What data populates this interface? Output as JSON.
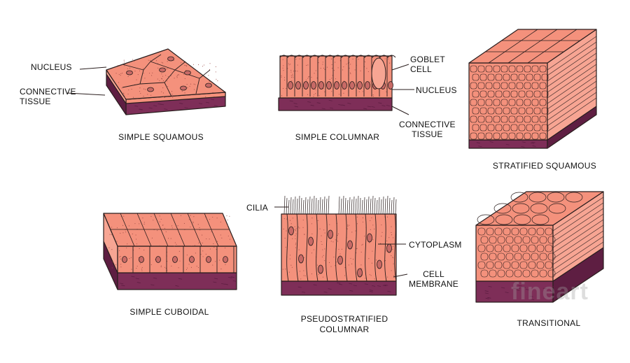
{
  "colors": {
    "cell": "#f4917c",
    "cell_light": "#f7a593",
    "outline": "#2a1e1e",
    "connective": "#7e2e58",
    "connective_dark": "#5e1e42",
    "nucleus": "#c86a66",
    "dot": "#9a4a44"
  },
  "tissues": {
    "simple_squamous": {
      "title": "SIMPLE SQUAMOUS",
      "labels": {
        "nucleus": "NUCLEUS",
        "connective": "CONNECTIVE\nTISSUE"
      }
    },
    "simple_columnar": {
      "title": "SIMPLE COLUMNAR",
      "labels": {
        "goblet": "GOBLET\nCELL",
        "nucleus": "NUCLEUS",
        "connective": "CONNECTIVE\nTISSUE"
      }
    },
    "stratified_squamous": {
      "title": "STRATIFIED SQUAMOUS"
    },
    "simple_cuboidal": {
      "title": "SIMPLE CUBOIDAL"
    },
    "pseudostratified": {
      "title": "PSEUDOSTRATIFIED\nCOLUMNAR",
      "labels": {
        "cilia": "CILIA",
        "cytoplasm": "CYTOPLASM",
        "membrane": "CELL\nMEMBRANE"
      }
    },
    "transitional": {
      "title": "TRANSITIONAL"
    }
  },
  "watermark": "fineart"
}
